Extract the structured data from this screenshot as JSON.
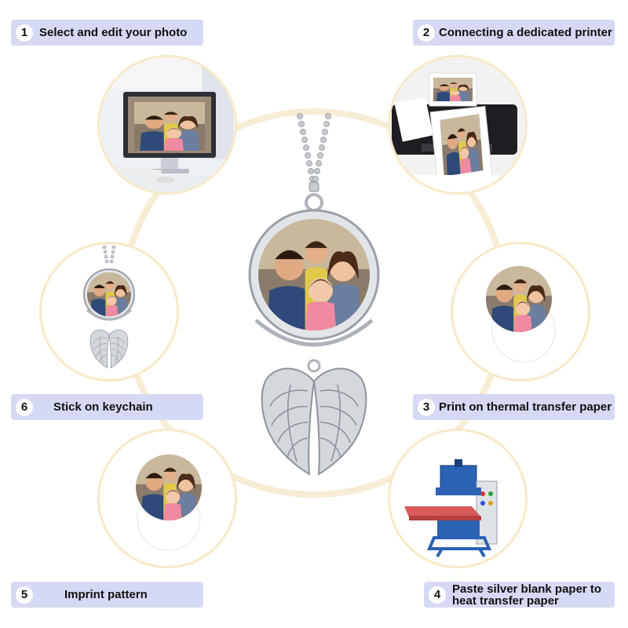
{
  "steps": [
    {
      "num": "1",
      "text": "Select and edit your photo"
    },
    {
      "num": "2",
      "text": "Connecting a dedicated printer"
    },
    {
      "num": "3",
      "text": "Print on thermal transfer paper"
    },
    {
      "num": "4",
      "text": "Paste silver blank paper to heat transfer paper"
    },
    {
      "num": "5",
      "text": "Imprint pattern"
    },
    {
      "num": "6",
      "text": "Stick on keychain"
    }
  ],
  "colors": {
    "label_bg": "#d6d9f4",
    "ring": "#f7ecd4",
    "circle_border": "#f7e9c8",
    "silver": "#cfd3d8",
    "press_blue": "#2b62b3",
    "press_red": "#d95a5a"
  },
  "icons": [
    "monitor-icon",
    "printer-icon",
    "photo-disc-icon",
    "heat-press-icon",
    "pendant-icon",
    "angel-wings-icon"
  ]
}
